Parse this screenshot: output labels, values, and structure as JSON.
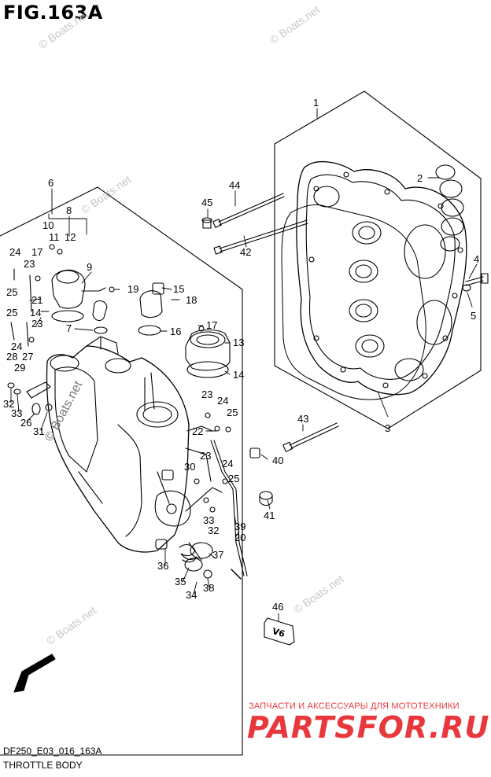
{
  "figure_title": "FIG.163A",
  "part_code": "DF250_E03_016_163A",
  "part_name": "THROTTLE BODY",
  "watermark": "© Boats.net",
  "brand": {
    "subtitle": "ЗАПЧАСТИ И АКСЕССУАРЫ ДЛЯ МОТОТЕХНИКИ",
    "title": "PARTSFOR.RU",
    "color_main": "#e8383d",
    "color_sub": "#e8383d"
  },
  "fwd_label": "FWD",
  "v6_label": "V6",
  "callouts": [
    "1",
    "2",
    "3",
    "4",
    "5",
    "6",
    "8",
    "10",
    "11",
    "12",
    "17",
    "9",
    "24",
    "23",
    "25",
    "21",
    "14",
    "7",
    "23",
    "25",
    "24",
    "28",
    "29",
    "27",
    "32",
    "33",
    "26",
    "31",
    "19",
    "15",
    "18",
    "16",
    "17",
    "13",
    "14",
    "23",
    "24",
    "25",
    "22",
    "23",
    "24",
    "30",
    "25",
    "39",
    "20",
    "33",
    "32",
    "36",
    "37",
    "35",
    "34",
    "38",
    "44",
    "45",
    "42",
    "43",
    "40",
    "41",
    "46"
  ]
}
